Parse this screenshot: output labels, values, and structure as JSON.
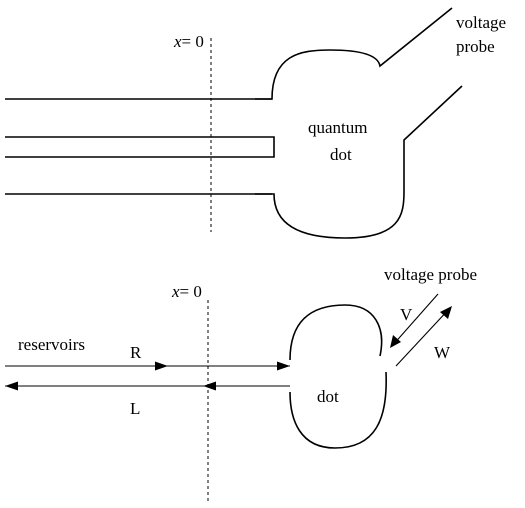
{
  "top": {
    "x_axis_var": "x",
    "x_axis_eq": "= 0",
    "probe_label_line1": "voltage",
    "probe_label_line2": "probe",
    "dot_label_line1": "quantum",
    "dot_label_line2": "dot"
  },
  "bottom": {
    "x_axis_var": "x",
    "x_axis_eq": "= 0",
    "reservoirs_label": "reservoirs",
    "r_label": "R",
    "l_label": "L",
    "dot_label": "dot",
    "probe_label": "voltage probe",
    "v_label": "V",
    "w_label": "W"
  }
}
